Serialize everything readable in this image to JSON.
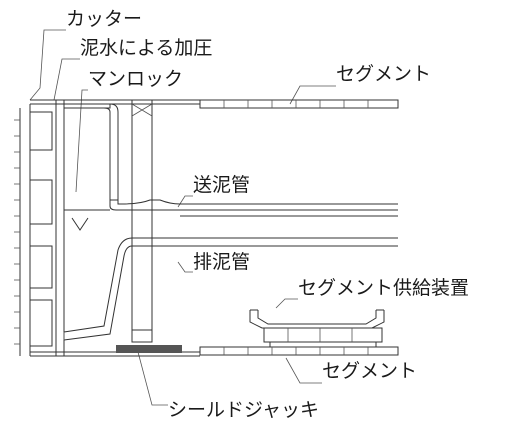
{
  "labels": {
    "cutter": "カッター",
    "mud_pressure": "泥水による加圧",
    "man_lock": "マンロック",
    "segment_top": "セグメント",
    "feed_pipe": "送泥管",
    "discharge_pipe": "排泥管",
    "segment_feeder": "セグメント供給装置",
    "segment_bottom": "セグメント",
    "shield_jack": "シールドジャッキ"
  },
  "colors": {
    "line": "#333333",
    "jack_fill": "#555555"
  }
}
